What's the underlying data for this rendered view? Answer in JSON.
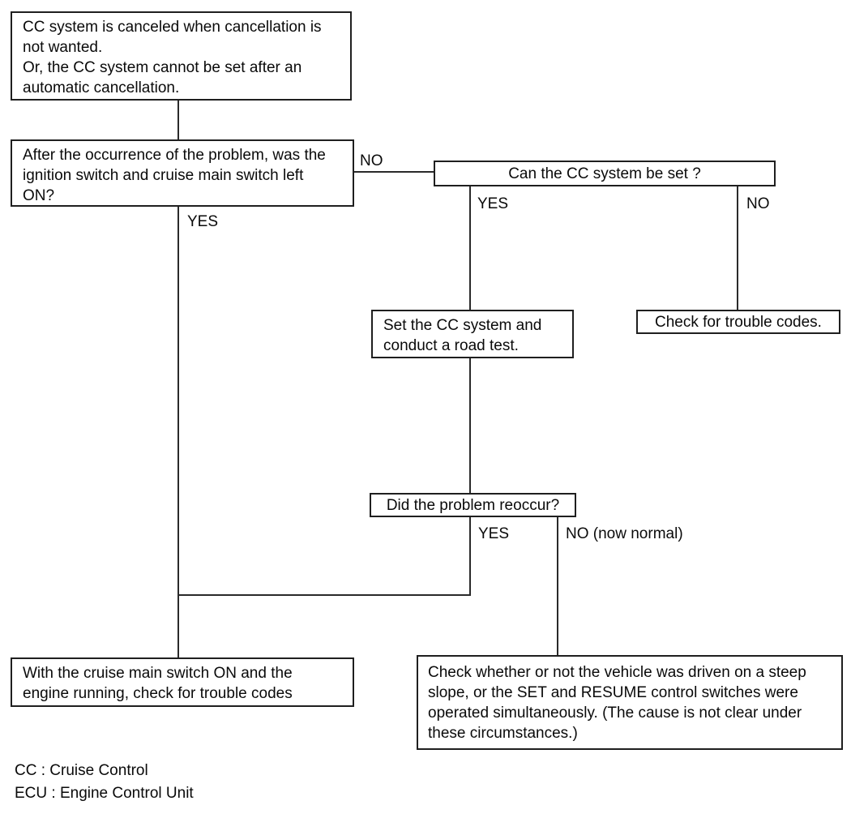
{
  "flowchart": {
    "nodes": {
      "problem": {
        "text": "CC system is canceled when cancellation is\nnot wanted.\nOr, the CC system cannot be set after an\nautomatic cancellation."
      },
      "ignition_question": {
        "text": "After the occurrence of the problem, was the\nignition switch and cruise main switch left\nON?"
      },
      "can_set_question": {
        "text": "Can the CC system be set ?"
      },
      "road_test": {
        "text": "Set the CC system and\nconduct a road test."
      },
      "check_codes": {
        "text": "Check for trouble codes."
      },
      "reoccur_question": {
        "text": "Did the problem reoccur?"
      },
      "main_switch_check": {
        "text": "With the cruise main switch ON and the\nengine running, check for trouble codes"
      },
      "steep_slope_check": {
        "text": "Check whether or not the vehicle was driven on a steep\nslope, or the SET and RESUME control switches were\noperated simultaneously. (The cause is not clear under\nthese circumstances.)"
      }
    },
    "edge_labels": {
      "ignition_no": "NO",
      "ignition_yes": "YES",
      "can_set_yes": "YES",
      "can_set_no": "NO",
      "reoccur_yes": "YES",
      "reoccur_no": "NO (now normal)"
    },
    "legend": {
      "cc": "CC : Cruise Control",
      "ecu": "ECU : Engine Control Unit"
    },
    "colors": {
      "line": "#2a2a2a",
      "border": "#1f1f1f",
      "background": "#ffffff",
      "text": "#0a0a0a"
    }
  }
}
